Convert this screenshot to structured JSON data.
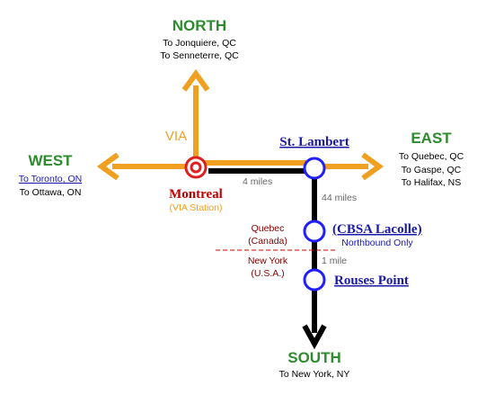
{
  "directions": {
    "north": {
      "label": "NORTH",
      "destinations": [
        "To Jonquiere, QC",
        "To Senneterre, QC"
      ]
    },
    "west": {
      "label": "WEST",
      "destinations": [
        "To Toronto, ON",
        "To Ottawa, ON"
      ]
    },
    "east": {
      "label": "EAST",
      "destinations": [
        "To Quebec, QC",
        "To Gaspe, QC",
        "To Halifax, NS"
      ]
    },
    "south": {
      "label": "SOUTH",
      "destinations": [
        "To New York, NY"
      ]
    }
  },
  "via_label": "VIA",
  "stations": {
    "montreal": {
      "name": "Montreal",
      "sub": "(VIA Station)"
    },
    "st_lambert": {
      "name": "St. Lambert"
    },
    "lacolle": {
      "name": "(CBSA Lacolle)",
      "note": "Northbound Only"
    },
    "rouses_point": {
      "name": "Rouses Point"
    }
  },
  "distances": {
    "montreal_st_lambert": "4 miles",
    "st_lambert_lacolle": "44 miles",
    "lacolle_rouses": "1 mile"
  },
  "border": {
    "canada": [
      "Quebec",
      "(Canada)"
    ],
    "usa": [
      "New York",
      "(U.S.A.)"
    ]
  },
  "colors": {
    "via_orange": "#f0a020",
    "track_black": "#000000",
    "station_blue": "#1a1aa6",
    "direction_green": "#2e8b2e",
    "montreal_red": "#c00000",
    "border_maroon": "#800000"
  }
}
